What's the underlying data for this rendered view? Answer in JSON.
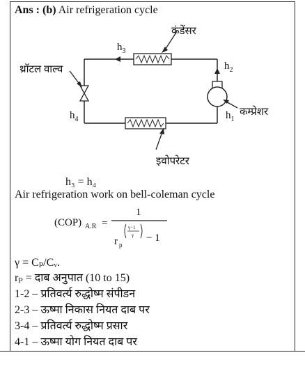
{
  "header": {
    "ans_prefix": "Ans : (b)",
    "title": "Air refrigeration cycle"
  },
  "diagram": {
    "condenser": "कंडेंसर",
    "throttle_valve": "थ्रॉटल वाल्व",
    "compressor": "कम्प्रेशर",
    "evaporator": "इवोपरेटर",
    "h1": "h",
    "h1_sub": "1",
    "h2": "h",
    "h2_sub": "2",
    "h3": "h",
    "h3_sub": "3",
    "h4": "h",
    "h4_sub": "4"
  },
  "equation_h": "h₃ = h₄",
  "work_line": "Air refrigeration work on bell-coleman cycle",
  "cop": {
    "lhs": "(COP)",
    "lhs_sub": "A.R",
    "equals": "=",
    "numerator": "1",
    "base": "r",
    "base_sub": "p",
    "exp_num": "γ−1",
    "exp_den": "γ",
    "minus_one": "− 1"
  },
  "gamma_line": "γ = Cₚ/Cᵥ.",
  "rp_line": "rₚ = दाब अनुपात (10 to 15)",
  "processes": [
    "1-2 – प्रतिवर्त्य रुद्धोष्म संपीडन",
    "2-3 – ऊष्मा निकास नियत दाब पर",
    "3-4 – प्रतिवर्त्य रुद्धोष्म प्रसार",
    "4-1 – ऊष्मा योग नियत दाब पर"
  ]
}
